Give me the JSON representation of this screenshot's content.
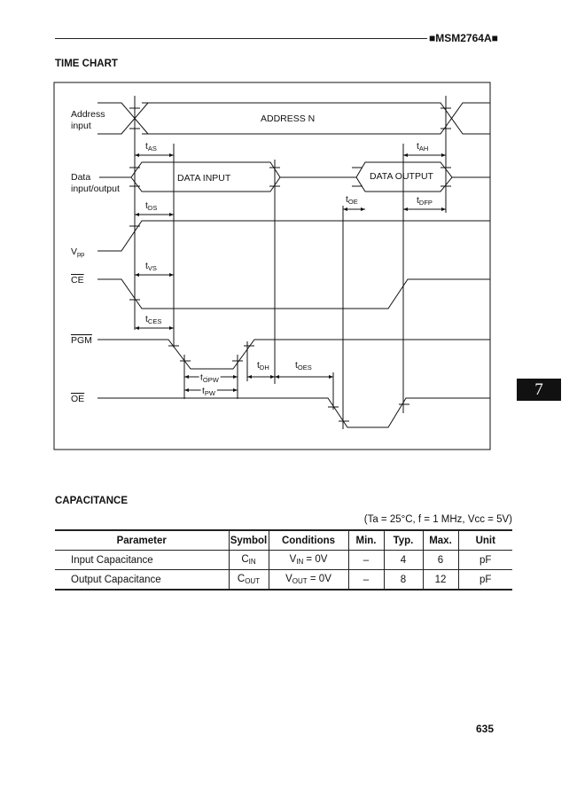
{
  "header": {
    "part_number": "■MSM2764A■"
  },
  "time_chart": {
    "title": "TIME CHART",
    "signals": {
      "address_l1": "Address",
      "address_l2": "input",
      "data_l1": "Data",
      "data_l2": "input/output",
      "vpp": "V",
      "vpp_sub": "pp",
      "ce": "CE",
      "pgm": "PGM",
      "oe": "OE"
    },
    "bus_labels": {
      "address": "ADDRESS N",
      "data_input": "DATA INPUT",
      "data_output": "DATA OUTPUT"
    },
    "timings": {
      "t": "t",
      "as": "AS",
      "ah": "AH",
      "ds": "DS",
      "oe": "OE",
      "dfp": "DFP",
      "vs": "VS",
      "ces": "CES",
      "dh": "DH",
      "oes": "OES",
      "opw": "OPW",
      "pw": "PW"
    }
  },
  "side_tab": "7",
  "capacitance": {
    "title": "CAPACITANCE",
    "conditions_note": "(Ta = 25°C, f = 1 MHz, Vcc = 5V)",
    "columns": [
      "Parameter",
      "Symbol",
      "Conditions",
      "Min.",
      "Typ.",
      "Max.",
      "Unit"
    ],
    "rows": [
      {
        "parameter": "Input Capacitance",
        "symbol": "C",
        "symbol_sub": "IN",
        "cond": "V",
        "cond_sub": "IN",
        "cond_val": " = 0V",
        "min": "–",
        "typ": "4",
        "max": "6",
        "unit": "pF"
      },
      {
        "parameter": "Output Capacitance",
        "symbol": "C",
        "symbol_sub": "OUT",
        "cond": "V",
        "cond_sub": "OUT",
        "cond_val": " = 0V",
        "min": "–",
        "typ": "8",
        "max": "12",
        "unit": "pF"
      }
    ]
  },
  "page_number": "635"
}
